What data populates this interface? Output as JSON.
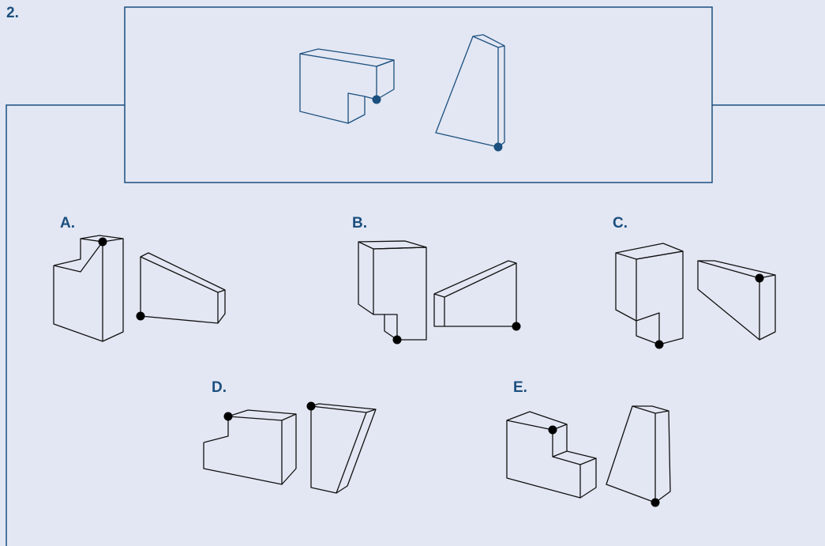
{
  "question": {
    "number": "2."
  },
  "options": [
    {
      "label": "A."
    },
    {
      "label": "B."
    },
    {
      "label": "C."
    },
    {
      "label": "D."
    },
    {
      "label": "E."
    }
  ],
  "colors": {
    "background": "#e3e7f3",
    "frame": "#1b4f7e",
    "option_line": "#111111",
    "dot_reference": "#1b4f7e",
    "dot_option": "#000000"
  }
}
